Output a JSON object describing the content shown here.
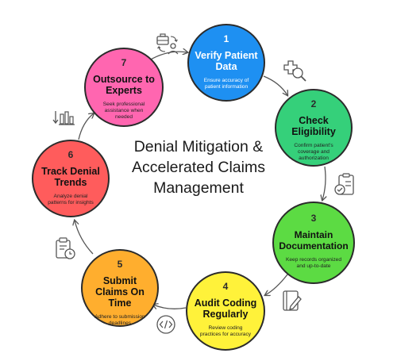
{
  "center_title": "Denial Mitigation & Accelerated Claims Management",
  "steps": [
    {
      "number": "1",
      "title": "Verify Patient Data",
      "description": "Ensure accuracy of patient information",
      "color": "#1E90F2",
      "icon": "magnifier-plus-icon"
    },
    {
      "number": "2",
      "title": "Check Eligibility",
      "description": "Confirm patient's coverage and authorization",
      "color": "#35D07A",
      "icon": "clipboard-check-icon"
    },
    {
      "number": "3",
      "title": "Maintain Documentation",
      "description": "Keep records organized and up-to-date",
      "color": "#5CDB43",
      "icon": "notebook-pen-icon"
    },
    {
      "number": "4",
      "title": "Audit Coding Regularly",
      "description": "Review coding practices for accuracy",
      "color": "#FFF23A",
      "icon": "code-icon"
    },
    {
      "number": "5",
      "title": "Submit Claims On Time",
      "description": "Adhere to submission deadlines",
      "color": "#FFAE2E",
      "icon": "document-clock-icon"
    },
    {
      "number": "6",
      "title": "Track Denial Trends",
      "description": "Analyze denial patterns for insights",
      "color": "#FF5C5C",
      "icon": "bar-chart-down-icon"
    },
    {
      "number": "7",
      "title": "Outsource to Experts",
      "description": "Seek professional assistance when needed",
      "color": "#FF66B0",
      "icon": "briefcase-person-icon"
    }
  ]
}
